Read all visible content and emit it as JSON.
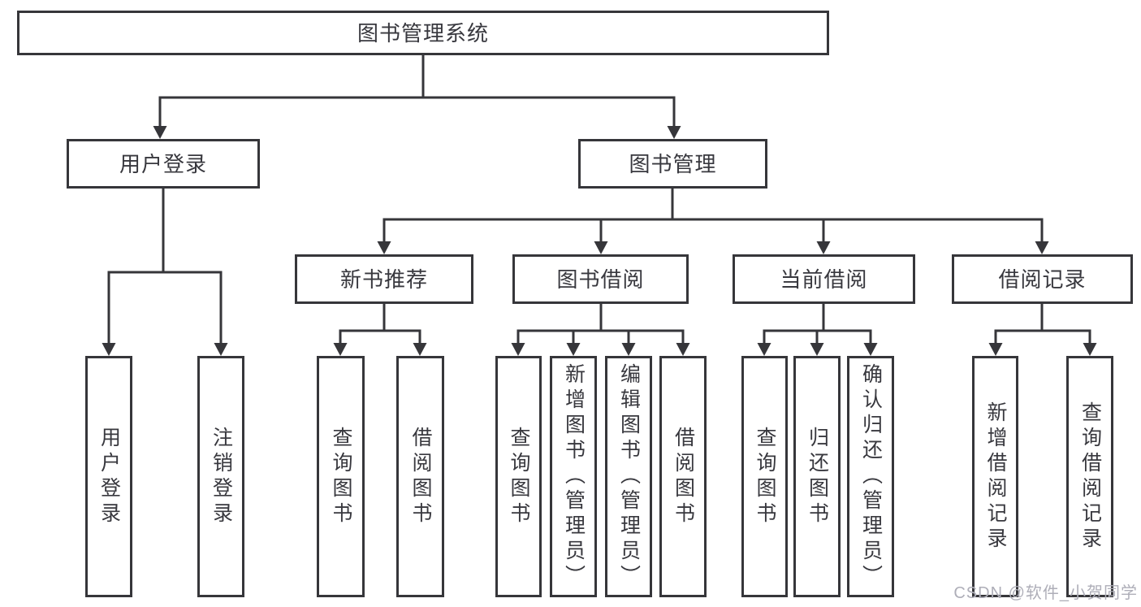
{
  "diagram": {
    "title": "图书管理系统",
    "nodes": {
      "root": "图书管理系统",
      "user_login": "用户登录",
      "book_mgmt": "图书管理",
      "new_books": "新书推荐",
      "book_borrowing": "图书借阅",
      "current_borrowing": "当前借阅",
      "borrowing_records": "借阅记录"
    },
    "leaves": {
      "user_login": [
        "用户登录",
        "注销登录"
      ],
      "new_books": [
        "查询图书",
        "借阅图书"
      ],
      "book_borrowing": [
        "查询图书",
        "新增图书（管理员）",
        "编辑图书（管理员）",
        "借阅图书"
      ],
      "current_borrowing": [
        "查询图书",
        "归还图书",
        "确认归还（管理员）"
      ],
      "borrowing_records": [
        "新增借阅记录",
        "查询借阅记录"
      ]
    }
  },
  "watermark": "CSDN @软件_小贺同学",
  "colors": {
    "line": "#36363a",
    "text": "#38383e",
    "box_background": "#ffffff",
    "page_background": "#ffffff",
    "watermark": "#aeaeb8"
  }
}
